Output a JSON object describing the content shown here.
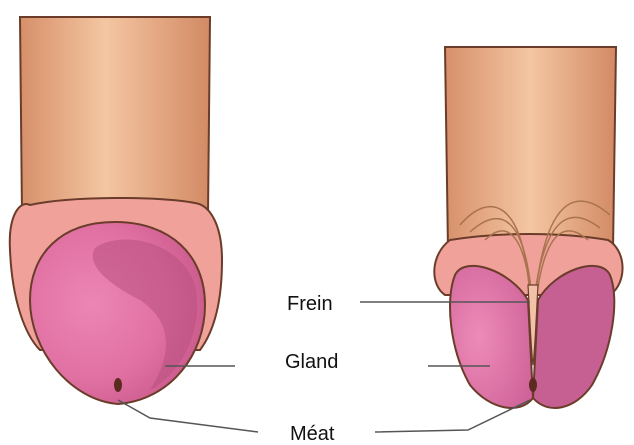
{
  "labels": {
    "frein": "Frein",
    "gland": "Gland",
    "meat": "Méat"
  },
  "colors": {
    "shaft": "#e7a77e",
    "shaft_highlight": "#f2c29d",
    "outline": "#6b3c2a",
    "foreskin": "#f0a29a",
    "glans": "#df6fa0",
    "glans_shade": "#b04d78",
    "leader_line": "#555555"
  }
}
